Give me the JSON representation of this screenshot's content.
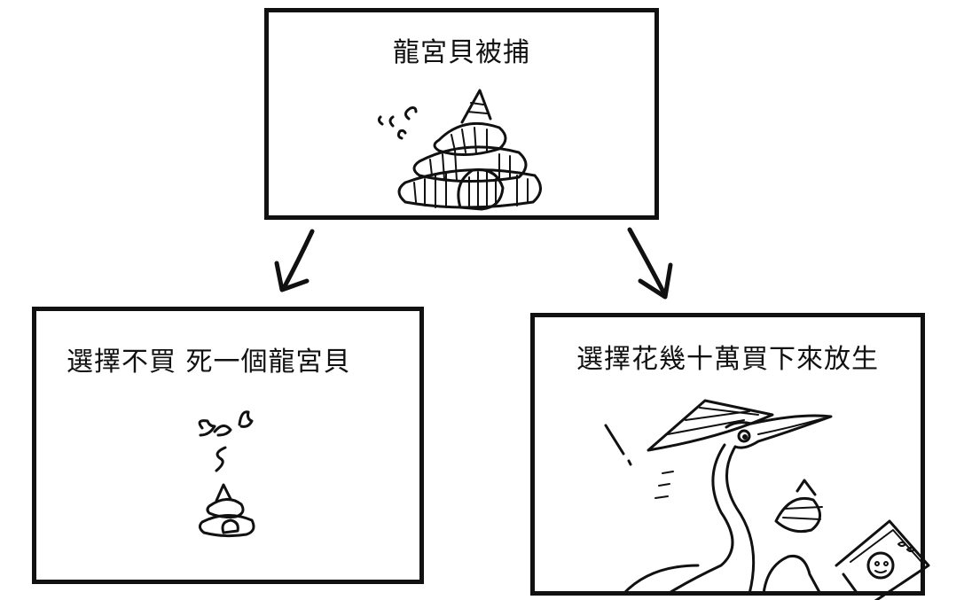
{
  "panels": {
    "top": {
      "title": "龍宮貝被捕"
    },
    "left": {
      "title": "選擇不買 死一個龍宮貝"
    },
    "right": {
      "title": "選擇花幾十萬買下來放生"
    }
  },
  "colors": {
    "ink": "#111111",
    "paper": "#ffffff"
  }
}
